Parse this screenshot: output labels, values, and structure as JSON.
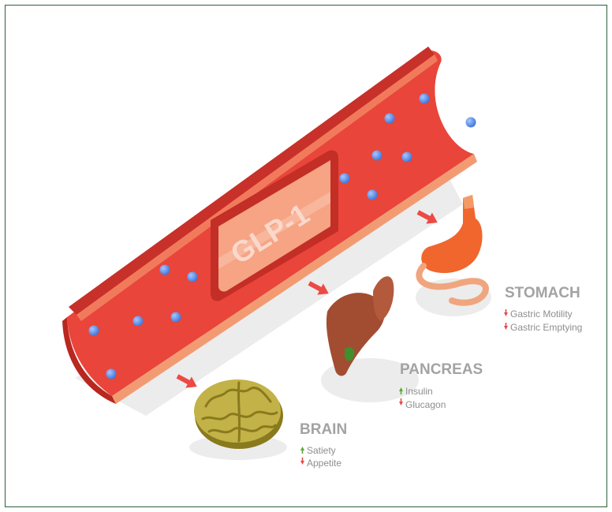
{
  "banner": {
    "text": "GLP-1"
  },
  "organs": {
    "brain": {
      "title": "BRAIN",
      "effects": [
        {
          "direction": "up",
          "text": "Satiety"
        },
        {
          "direction": "down",
          "text": "Appetite"
        }
      ]
    },
    "pancreas": {
      "title": "PANCREAS",
      "effects": [
        {
          "direction": "up",
          "text": "Insulin"
        },
        {
          "direction": "down",
          "text": "Glucagon"
        }
      ]
    },
    "stomach": {
      "title": "STOMACH",
      "effects": [
        {
          "direction": "down",
          "text": "Gastric Motility"
        },
        {
          "direction": "down",
          "text": "Gastric Emptying"
        }
      ]
    }
  },
  "colors": {
    "vessel": "#e9453a",
    "vessel_rim": "#f29b73",
    "molecule": "#4f86e6",
    "arrow": "#ec4a45",
    "up_arrow": "#5aa832",
    "down_arrow": "#e84a4a",
    "label": "#a3a3a3"
  }
}
